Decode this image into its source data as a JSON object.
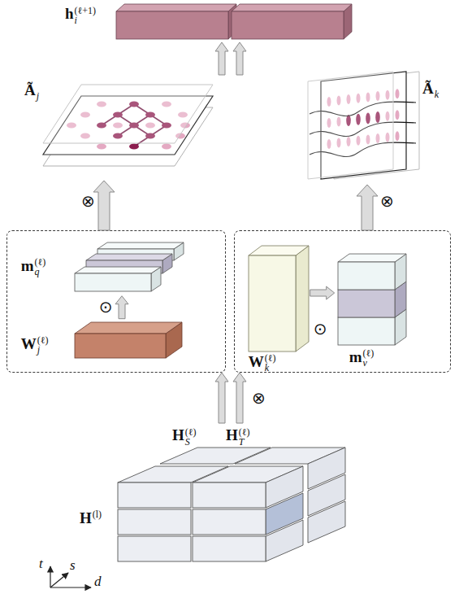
{
  "diagram": {
    "nodes": [
      {
        "text": [
          "hi(ℓ+1)"
        ]
      },
      {
        "text": [
          "Ãj"
        ]
      },
      {
        "text": [
          "Ãk"
        ]
      },
      {
        "text": [
          "⊙"
        ]
      },
      {
        "text": [
          "mq(ℓ)"
        ],
        "in": 3
      },
      {
        "text": [
          "Wj(ℓ)"
        ],
        "in": 3
      },
      {
        "text": [
          "⊙"
        ]
      },
      {
        "text": [
          "Wk(ℓ)"
        ],
        "in": 6
      },
      {
        "text": [
          "mv(ℓ)"
        ],
        "in": 6
      },
      {
        "text": [
          "HS(ℓ)",
          "HT(ℓ)",
          "H(l)"
        ]
      }
    ],
    "edges": [
      {
        "from": 1,
        "to": 0,
        "arrow": "to"
      },
      {
        "from": 2,
        "to": 0,
        "arrow": "to"
      },
      {
        "from": 3,
        "to": 1,
        "label": "⊗",
        "arrow": "to"
      },
      {
        "from": 6,
        "to": 2,
        "label": "⊗",
        "arrow": "to"
      },
      {
        "from": 9,
        "to": 3,
        "arrow": "to"
      },
      {
        "from": 9,
        "to": 6,
        "label": "⊗",
        "arrow": "to"
      },
      {
        "from": 5,
        "to": 4,
        "arrow": "to"
      },
      {
        "from": 7,
        "to": 8,
        "arrow": "to"
      }
    ],
    "labels": [
      "t",
      "s",
      "d"
    ]
  }
}
